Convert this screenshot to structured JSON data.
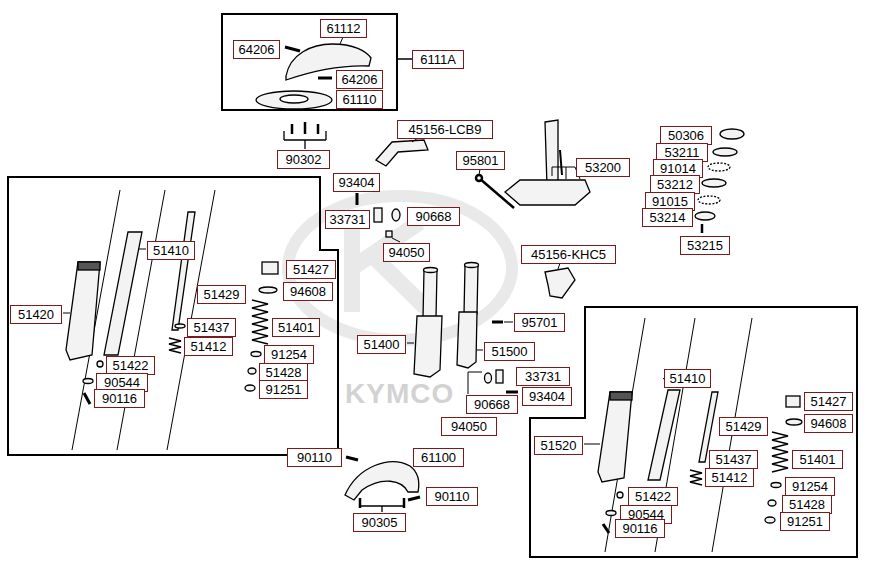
{
  "diagram": {
    "nodes": [
      {
        "text": []
      },
      {
        "text": [
          "61112"
        ],
        "in": 0
      },
      {
        "text": [
          "64206"
        ],
        "in": 0
      },
      {
        "text": [
          "6111A"
        ]
      },
      {
        "text": [
          "64206"
        ],
        "in": 0
      },
      {
        "text": [
          "61110"
        ],
        "in": 0
      },
      {
        "text": [
          "45156-LCB9"
        ]
      },
      {
        "text": [
          "50306"
        ]
      },
      {
        "text": [
          "53211"
        ]
      },
      {
        "text": [
          "90302"
        ]
      },
      {
        "text": [
          "95801"
        ]
      },
      {
        "text": [
          "53200"
        ]
      },
      {
        "text": [
          "91014"
        ]
      },
      {
        "text": [
          "93404"
        ]
      },
      {
        "text": [
          "53212"
        ]
      },
      {
        "text": [
          "91015"
        ]
      },
      {
        "text": [
          "90668"
        ]
      },
      {
        "text": [
          "53214"
        ]
      },
      {
        "text": [
          "33731"
        ]
      },
      {
        "text": [
          "53215"
        ]
      },
      {
        "text": [
          "94050"
        ]
      },
      {
        "text": [
          "45156-KHC5"
        ]
      },
      {
        "text": []
      },
      {
        "text": [
          "51410"
        ],
        "in": 22
      },
      {
        "text": [
          "51427"
        ],
        "in": 22
      },
      {
        "text": [
          "94608"
        ],
        "in": 22
      },
      {
        "text": [
          "51429"
        ],
        "in": 22
      },
      {
        "text": [
          "51420"
        ],
        "in": 22
      },
      {
        "text": [
          "51437"
        ],
        "in": 22
      },
      {
        "text": [
          "51401"
        ],
        "in": 22
      },
      {
        "text": [
          "51412"
        ],
        "in": 22
      },
      {
        "text": [
          "91254"
        ],
        "in": 22
      },
      {
        "text": [
          "51422"
        ],
        "in": 22
      },
      {
        "text": [
          "51428"
        ],
        "in": 22
      },
      {
        "text": [
          "90544"
        ],
        "in": 22
      },
      {
        "text": [
          "91251"
        ],
        "in": 22
      },
      {
        "text": [
          "90116"
        ],
        "in": 22
      },
      {
        "text": [
          "95701"
        ]
      },
      {
        "text": [
          "51400"
        ]
      },
      {
        "text": [
          "51500"
        ]
      },
      {
        "text": [
          "33731"
        ]
      },
      {
        "text": [
          "93404"
        ]
      },
      {
        "text": [
          "90668"
        ]
      },
      {
        "text": [
          "94050"
        ]
      },
      {
        "text": []
      },
      {
        "text": [
          "51410"
        ],
        "in": 44
      },
      {
        "text": [
          "51427"
        ],
        "in": 44
      },
      {
        "text": [
          "94608"
        ],
        "in": 44
      },
      {
        "text": [
          "51429"
        ],
        "in": 44
      },
      {
        "text": [
          "51520"
        ],
        "in": 44
      },
      {
        "text": [
          "51437"
        ],
        "in": 44
      },
      {
        "text": [
          "51401"
        ],
        "in": 44
      },
      {
        "text": [
          "51412"
        ],
        "in": 44
      },
      {
        "text": [
          "91254"
        ],
        "in": 44
      },
      {
        "text": [
          "51422"
        ],
        "in": 44
      },
      {
        "text": [
          "51428"
        ],
        "in": 44
      },
      {
        "text": [
          "90544"
        ],
        "in": 44
      },
      {
        "text": [
          "91251"
        ],
        "in": 44
      },
      {
        "text": [
          "90116"
        ],
        "in": 44
      },
      {
        "text": [
          "90110"
        ]
      },
      {
        "text": [
          "61100"
        ]
      },
      {
        "text": [
          "90110"
        ]
      },
      {
        "text": [
          "90305"
        ]
      }
    ],
    "edges": [
      {
        "from": 0,
        "to": 3,
        "arrow": "none"
      }
    ],
    "labels": [
      "KYMCO"
    ]
  }
}
